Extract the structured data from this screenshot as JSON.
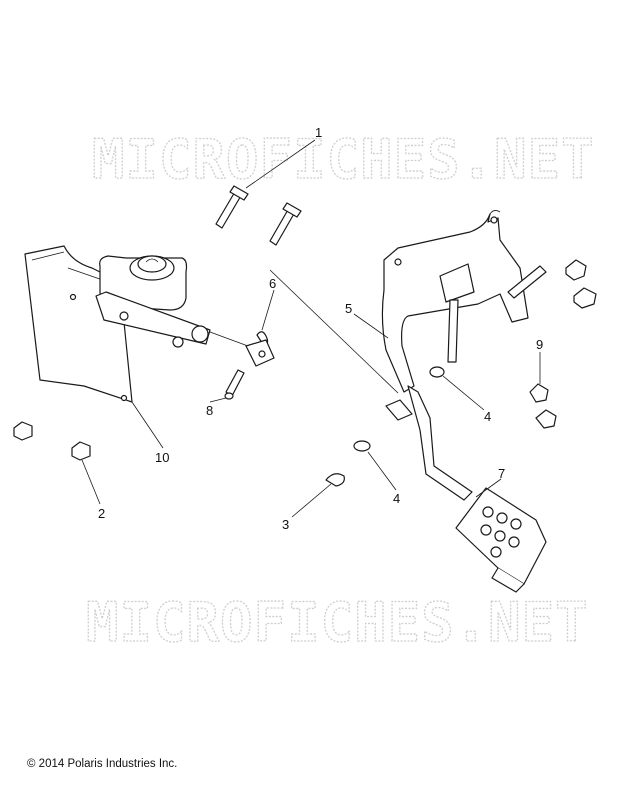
{
  "watermark": {
    "text": "MICROFICHES.NET"
  },
  "callouts": [
    "1",
    "2",
    "3",
    "4",
    "4",
    "5",
    "6",
    "7",
    "8",
    "9",
    "10"
  ],
  "copyright": "© 2014 Polaris Industries Inc."
}
